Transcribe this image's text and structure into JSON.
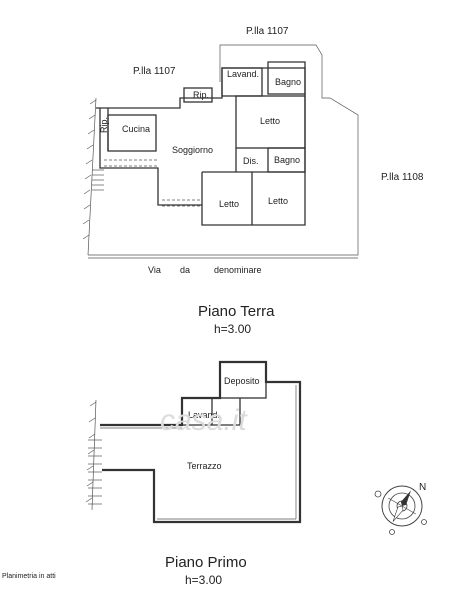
{
  "ground_floor": {
    "title": "Piano Terra",
    "height": "h=3.00",
    "street": [
      "Via",
      "da",
      "denominare"
    ],
    "parcels": [
      "P.lla 1107",
      "P.lla 1107",
      "P.lla 1108"
    ],
    "rooms": {
      "lavand": "Lavand.",
      "bagno_top": "Bagno",
      "rip_top": "Rip.",
      "rip_left": "Rip.",
      "cucina": "Cucina",
      "letto_top": "Letto",
      "soggiorno": "Soggiorno",
      "dis": "Dis.",
      "bagno_mid": "Bagno",
      "letto_bl": "Letto",
      "letto_br": "Letto"
    }
  },
  "first_floor": {
    "title": "Piano Primo",
    "height": "h=3.00",
    "rooms": {
      "deposito": "Deposito",
      "lavand": "Lavand.",
      "terrazzo": "Terrazzo"
    }
  },
  "compass": {
    "north": "N"
  },
  "footer_note": "Planimetria in atti",
  "watermark": "casa.it"
}
